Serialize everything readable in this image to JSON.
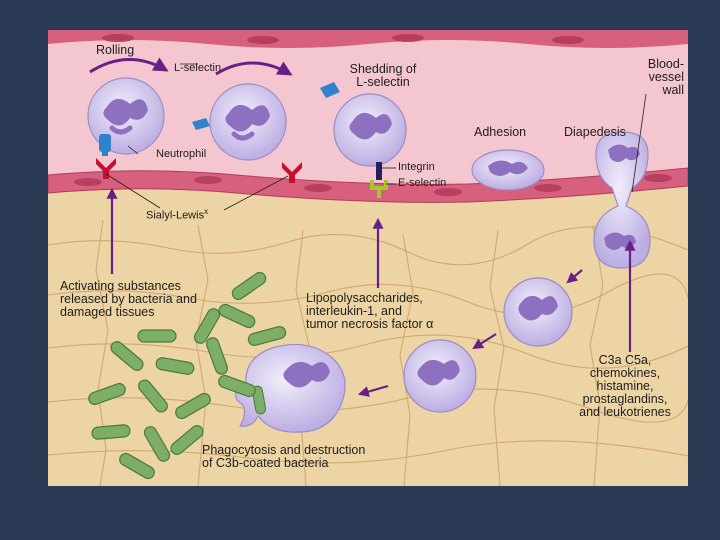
{
  "labels": {
    "rolling": "Rolling",
    "l_selectin": "L-selectin",
    "shedding": "Shedding of\nL-selectin",
    "blood_vessel_wall": "Blood-\nvessel\nwall",
    "adhesion": "Adhesion",
    "diapedesis": "Diapedesis",
    "neutrophil": "Neutrophil",
    "integrin": "Integrin",
    "e_selectin": "E-selectin",
    "sialyl_lewis": "Sialyl-Lewis",
    "sialyl_lewis_sup": "x",
    "activating": "Activating substances\nreleased by bacteria and\ndamaged tissues",
    "lps": "Lipopolysaccharides,\ninterleukin-1, and\ntumor necrosis factor α",
    "phagocytosis": "Phagocytosis and destruction\nof C3b-coated bacteria",
    "chemo": "C3a  C5a,\nchemokines,\nhistamine,\nprostaglandins,\nand leukotrienes"
  },
  "colors": {
    "slide_bg": "#2b3a55",
    "vessel_lumen": "#f4c6cf",
    "vessel_wall": "#c94a6a",
    "tissue": "#ecd4a4",
    "tissue_lines": "#c99a5c",
    "cell_fill": "#d9cff0",
    "nucleus": "#8d70bf",
    "bacteria": "#7cae68",
    "arrow": "#6a1f86",
    "selectin": "#2f82cc",
    "sialyl": "#c8102e",
    "integrin": "#25205e",
    "e_selectin_color": "#a8c430"
  }
}
